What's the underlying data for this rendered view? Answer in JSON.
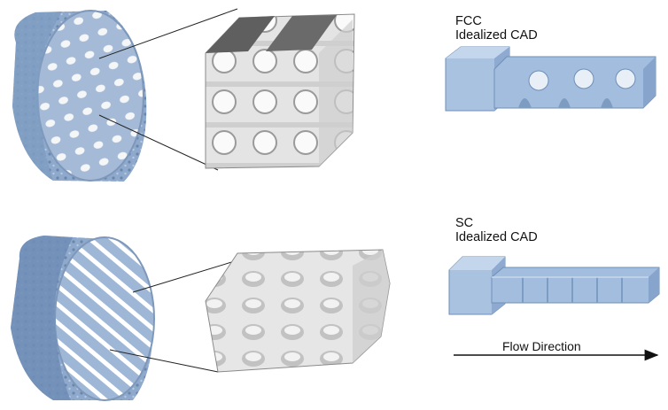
{
  "fcc": {
    "line1": "FCC",
    "line2": "Idealized CAD"
  },
  "sc": {
    "line1": "SC",
    "line2": "Idealized CAD"
  },
  "flow": {
    "label": "Flow Direction"
  },
  "colors": {
    "cad_blue": "#a9c2e0",
    "cad_blue_dark": "#7d9cc1",
    "scan_gray": "#d8d8d8",
    "line": "#222222"
  }
}
